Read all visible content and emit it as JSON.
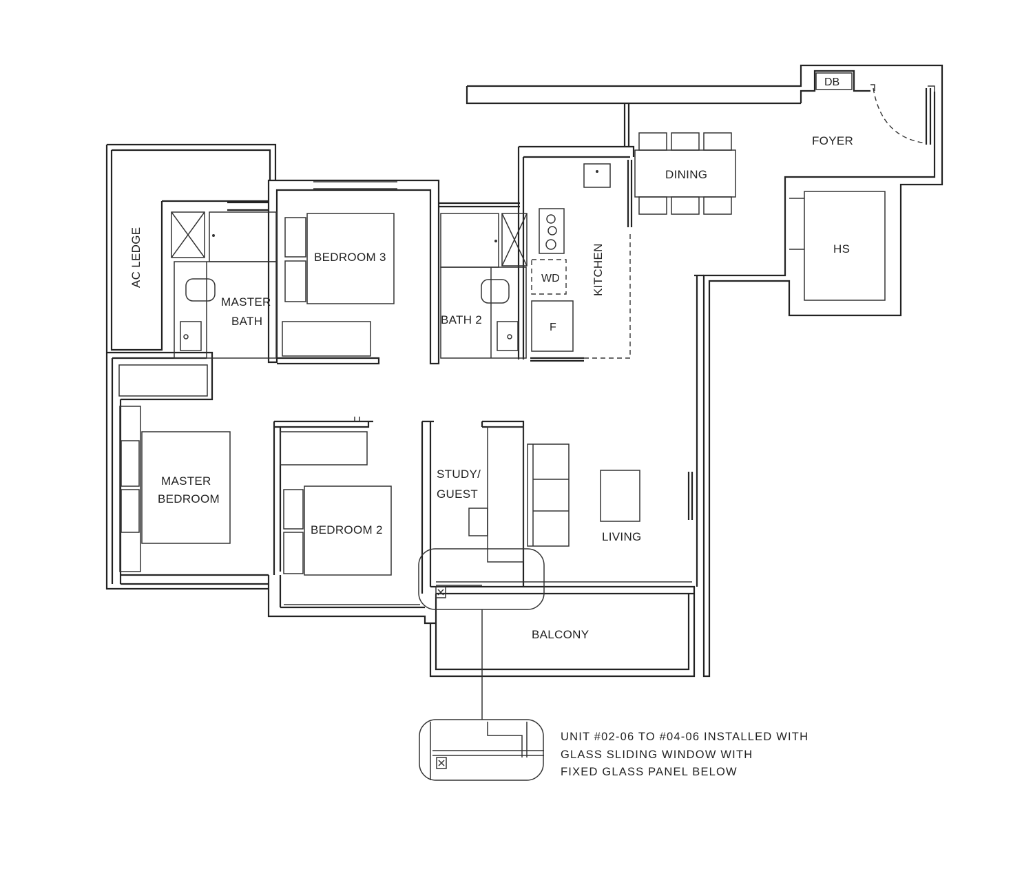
{
  "rooms": {
    "ac_ledge": "AC LEDGE",
    "master_bath_1": "MASTER",
    "master_bath_2": "BATH",
    "bedroom_3": "BEDROOM 3",
    "bath_2": "BATH 2",
    "kitchen": "KITCHEN",
    "dining": "DINING",
    "foyer": "FOYER",
    "db": "DB",
    "hs": "HS",
    "wd": "WD",
    "fridge": "F",
    "master_bedroom_1": "MASTER",
    "master_bedroom_2": "BEDROOM",
    "bedroom_2": "BEDROOM 2",
    "study_1": "STUDY/",
    "study_2": "GUEST",
    "living": "LIVING",
    "balcony": "BALCONY"
  },
  "note": {
    "line1": "UNIT #02-06 TO #04-06 INSTALLED WITH",
    "line2": "GLASS SLIDING WINDOW WITH",
    "line3": "FIXED GLASS PANEL BELOW"
  }
}
